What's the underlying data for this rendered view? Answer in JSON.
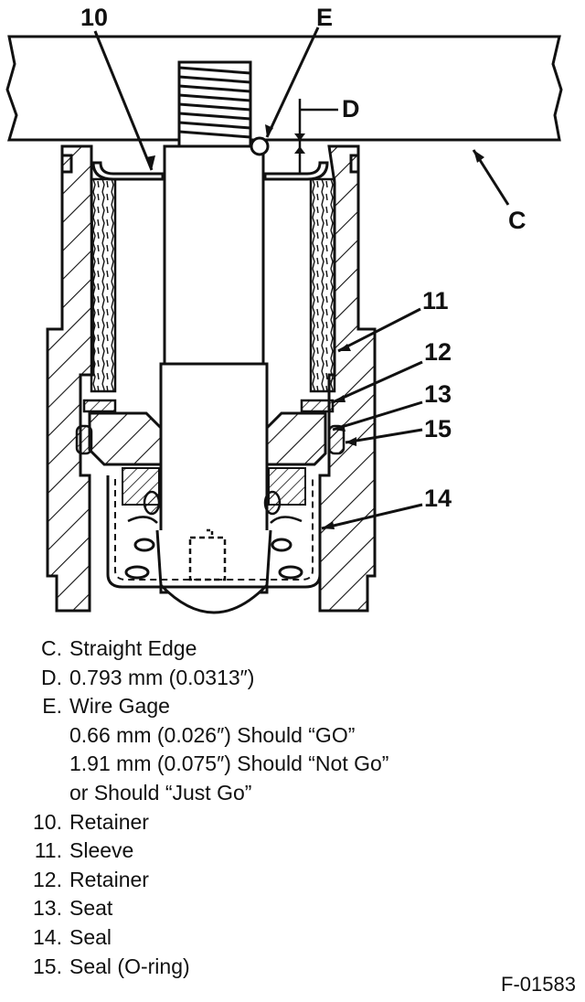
{
  "callouts": {
    "c10": "10",
    "cE": "E",
    "cD": "D",
    "cC": "C",
    "c11": "11",
    "c12": "12",
    "c13": "13",
    "c15": "15",
    "c14": "14"
  },
  "legend": [
    {
      "key": "C.",
      "text": "Straight Edge",
      "sub": []
    },
    {
      "key": "D.",
      "text": "0.793 mm (0.0313″)",
      "sub": []
    },
    {
      "key": "E.",
      "text": "Wire Gage",
      "sub": [
        "0.66 mm (0.026″) Should “GO”",
        "1.91 mm (0.075″) Should “Not Go”",
        "or Should “Just Go”"
      ]
    },
    {
      "key": "10.",
      "text": "Retainer",
      "sub": []
    },
    {
      "key": "11.",
      "text": "Sleeve",
      "sub": []
    },
    {
      "key": "12.",
      "text": "Retainer",
      "sub": []
    },
    {
      "key": "13.",
      "text": "Seat",
      "sub": []
    },
    {
      "key": "14.",
      "text": "Seal",
      "sub": []
    },
    {
      "key": "15.",
      "text": "Seal (O-ring)",
      "sub": []
    }
  ],
  "figure_code": "F-01583"
}
